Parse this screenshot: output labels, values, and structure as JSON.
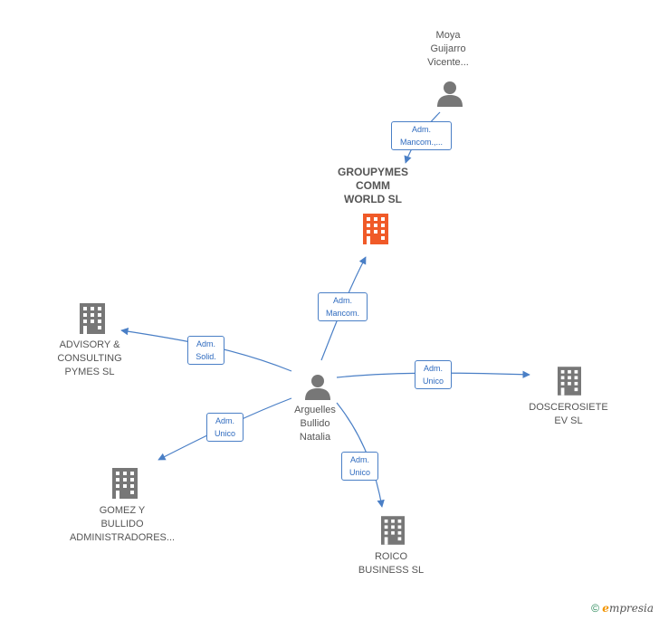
{
  "nodes": {
    "groupymes": {
      "line1": "GROUPYMES",
      "line2": "COMM",
      "line3": "WORLD  SL"
    },
    "moya": {
      "line1": "Moya",
      "line2": "Guijarro",
      "line3": "Vicente..."
    },
    "arguelles": {
      "line1": "Arguelles",
      "line2": "Bullido",
      "line3": "Natalia"
    },
    "advisory": {
      "line1": "ADVISORY &",
      "line2": "CONSULTING",
      "line3": "PYMES  SL"
    },
    "dosce": {
      "line1": "DOSCEROSIETE",
      "line2": "EV  SL"
    },
    "gomez": {
      "line1": "GOMEZ Y",
      "line2": "BULLIDO",
      "line3": "ADMINISTRADORES..."
    },
    "roico": {
      "line1": "ROICO",
      "line2": "BUSINESS  SL"
    }
  },
  "edges": {
    "moya_groupymes": {
      "line1": "Adm.",
      "line2": "Mancom.,..."
    },
    "arguelles_groupymes": {
      "line1": "Adm.",
      "line2": "Mancom."
    },
    "arguelles_advisory": {
      "line1": "Adm.",
      "line2": "Solid."
    },
    "arguelles_dosce": {
      "line1": "Adm.",
      "line2": "Unico"
    },
    "arguelles_gomez": {
      "line1": "Adm.",
      "line2": "Unico"
    },
    "arguelles_roico": {
      "line1": "Adm.",
      "line2": "Unico"
    }
  },
  "colors": {
    "edge": "#4a7fc6",
    "main_company": "#f05a28",
    "company": "#777777",
    "person": "#777777"
  },
  "footer": {
    "copyright": "©",
    "brand_e": "e",
    "brand_rest": "mpresia"
  }
}
